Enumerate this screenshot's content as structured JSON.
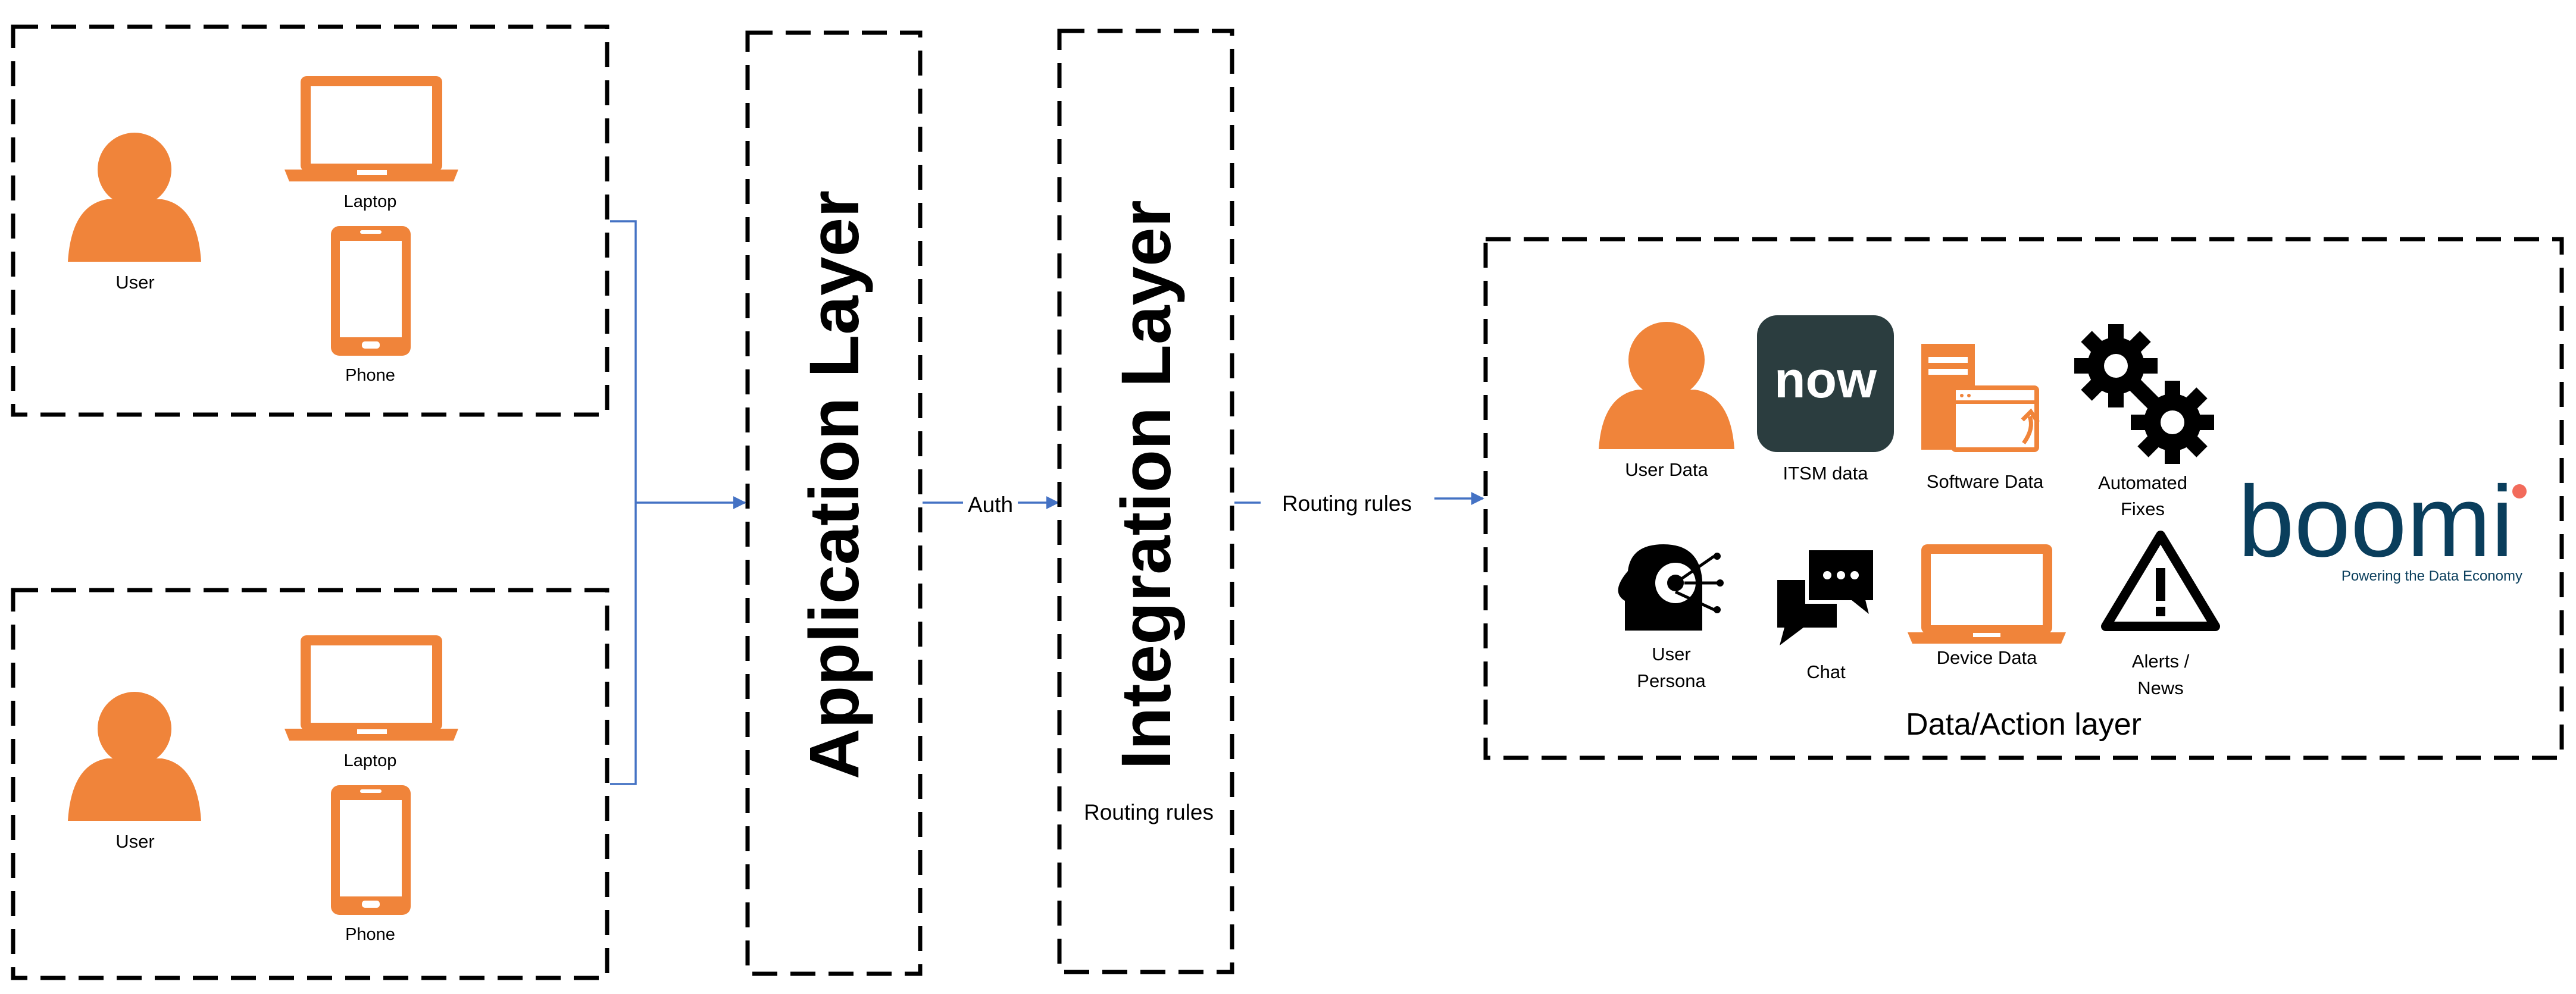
{
  "groups": [
    {
      "user_label": "User",
      "laptop_label": "Laptop",
      "phone_label": "Phone"
    },
    {
      "user_label": "User",
      "laptop_label": "Laptop",
      "phone_label": "Phone"
    }
  ],
  "layers": {
    "application": "Application Layer",
    "integration": "Integration Layer",
    "integration_note": "Routing rules"
  },
  "edges": {
    "auth": "Auth",
    "routing": "Routing rules"
  },
  "data_layer": {
    "title": "Data/Action layer",
    "items": {
      "user_data": "User Data",
      "itsm": "ITSM data",
      "itsm_logo": "now",
      "software": "Software Data",
      "fixes_1": "Automated",
      "fixes_2": "Fixes",
      "persona_1": "User",
      "persona_2": "Persona",
      "chat": "Chat",
      "device": "Device Data",
      "alerts_1": "Alerts /",
      "alerts_2": "News"
    },
    "brand": {
      "name": "boomi",
      "tagline": "Powering the Data Economy"
    }
  },
  "colors": {
    "orange": "#F0843A",
    "connector": "#4472C4",
    "itsm_tile": "#2B3D3F",
    "boomi_navy": "#0A3E5C",
    "boomi_dot": "#F26B5B"
  }
}
